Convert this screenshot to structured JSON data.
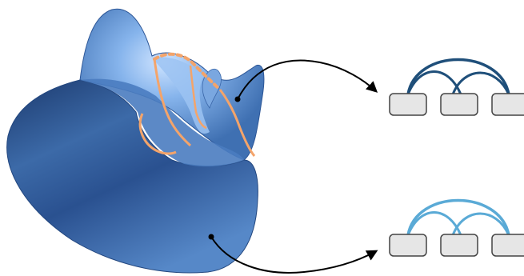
{
  "colors": {
    "surface_light": "#7fb0e6",
    "surface_mid": "#4f86c6",
    "surface_dark": "#1f3f7a",
    "curve_orange": "#f4a46a",
    "arrow": "#000000",
    "top_arcs": "#1f4f7a",
    "bottom_arcs": "#5aaad6",
    "box_fill": "#e6e6e6",
    "box_stroke": "#444444"
  },
  "diagram": {
    "nodes": [
      {
        "name": "surface",
        "icon": "saddle-surface-icon"
      },
      {
        "name": "upper-graph",
        "boxes": 3,
        "arcs": 3
      },
      {
        "name": "lower-graph",
        "boxes": 3,
        "arcs": 3
      }
    ],
    "edges": [
      {
        "from": "surface-point-upper",
        "to": "upper-graph"
      },
      {
        "from": "surface-point-lower",
        "to": "lower-graph"
      }
    ]
  }
}
